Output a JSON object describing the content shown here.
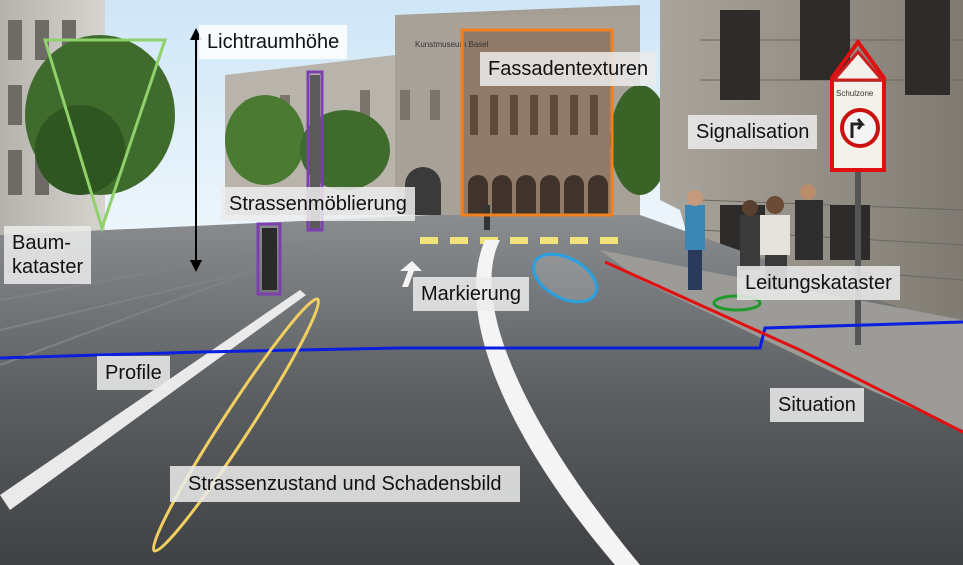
{
  "labels": {
    "lichtraumhoehe": "Lichtraumhöhe",
    "fassadentexturen": "Fassadentexturen",
    "signalisation": "Signalisation",
    "strassenmoeblierung": "Strassenmöblierung",
    "baumkataster": "Baum-\nkataster",
    "markierung": "Markierung",
    "leitungskataster": "Leitungskataster",
    "profile": "Profile",
    "situation": "Situation",
    "strassenzustand": "Strassenzustand und Schadensbild"
  },
  "colors": {
    "baumkataster": "#8fd16a",
    "lichtraumhoehe": "#000000",
    "strassenmoeblierung": "#7b3fb0",
    "fassadentexturen": "#f07f1e",
    "signalisation": "#e01010",
    "markierung": "#2aa0e0",
    "leitungskataster": "#1f9a2a",
    "profile": "#0a1ee0",
    "situation": "#e01010",
    "strassenzustand": "#f2d060"
  },
  "sign_text": "Schulzone",
  "museum_text": "Kunstmuseum Basel"
}
